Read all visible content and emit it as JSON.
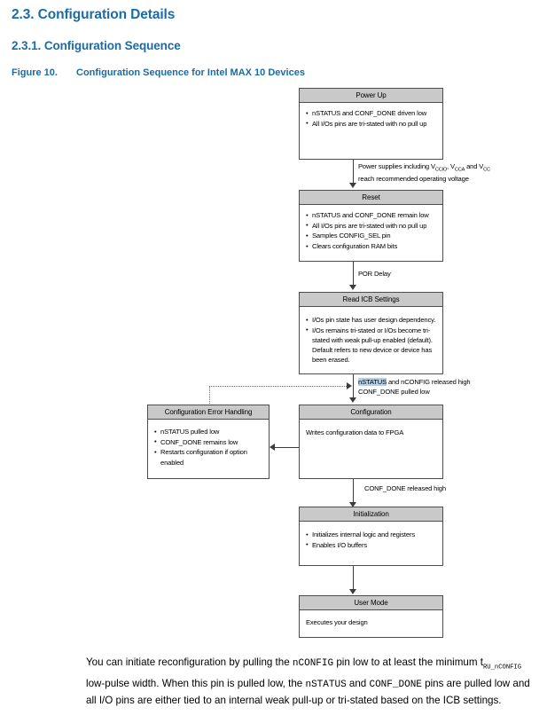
{
  "headings": {
    "section": "2.3. Configuration Details",
    "subsection": "2.3.1. Configuration Sequence",
    "figure_number": "Figure 10.",
    "figure_title": "Configuration Sequence for Intel MAX 10 Devices"
  },
  "flowchart": {
    "boxes": [
      {
        "id": "power-up",
        "title": "Power Up",
        "items": [
          "nSTATUS and CONF_DONE driven low",
          "All I/Os pins are tri-stated with no pull up"
        ]
      },
      {
        "id": "reset",
        "title": "Reset",
        "items": [
          "nSTATUS and CONF_DONE remain low",
          "All I/Os pins are tri-stated with no pull up",
          "Samples CONFIG_SEL pin",
          "Clears configuration RAM bits"
        ]
      },
      {
        "id": "read-icb-settings",
        "title": "Read ICB Settings",
        "items": [
          "I/Os pin state has user design dependency.",
          "I/Os  remains tri-stated or I/Os become tri-stated with weak pull-up enabled (default). Default refers to new device or device has been erased."
        ]
      },
      {
        "id": "configuration",
        "title": "Configuration",
        "plain": "Writes configuration data to FPGA"
      },
      {
        "id": "configuration-error-handling",
        "title": "Configuration Error Handling",
        "items": [
          "nSTATUS pulled low",
          "CONF_DONE  remains low",
          "Restarts configuration if option enabled"
        ]
      },
      {
        "id": "initialization",
        "title": "Initialization",
        "items": [
          "Initializes internal logic and registers",
          "Enables I/O buffers"
        ]
      },
      {
        "id": "user-mode",
        "title": "User Mode",
        "plain": "Executes your design"
      }
    ],
    "arrow_labels": {
      "power_supplies_line1_pre": "Power supplies including V",
      "power_supplies_sub1": "CCIO",
      "power_supplies_mid1": ", V",
      "power_supplies_sub2": "CCA",
      "power_supplies_mid2": " and V",
      "power_supplies_sub3": "CC",
      "power_supplies_line2": "reach recommended operating voltage",
      "por_delay": "POR Delay",
      "nstatus_highlight": "nSTATUS",
      "nstatus_rest": " and nCONFIG released high",
      "conf_done_pulled_low": "CONF_DONE pulled low",
      "conf_done_released_high": "CONF_DONE released high"
    }
  },
  "paragraph": {
    "t1": "You can initiate reconfiguration by pulling the ",
    "code1": "nCONFIG",
    "t2": " pin low to at least the minimum t",
    "sub1": "RU_nCONFIG",
    "t3": " low-pulse width. When this pin is pulled low, the ",
    "code2": "nSTATUS",
    "t4": " and ",
    "code3": "CONF_DONE",
    "t5": " pins are pulled low and all I/O pins are either tied to an internal weak pull-up or tri-stated based on the ICB settings."
  },
  "colors": {
    "heading_blue": "#1a6ba8",
    "box_header_gray": "#c9c9c9",
    "box_border": "#4d4d4d",
    "highlight_blue": "#b7cfe4"
  }
}
